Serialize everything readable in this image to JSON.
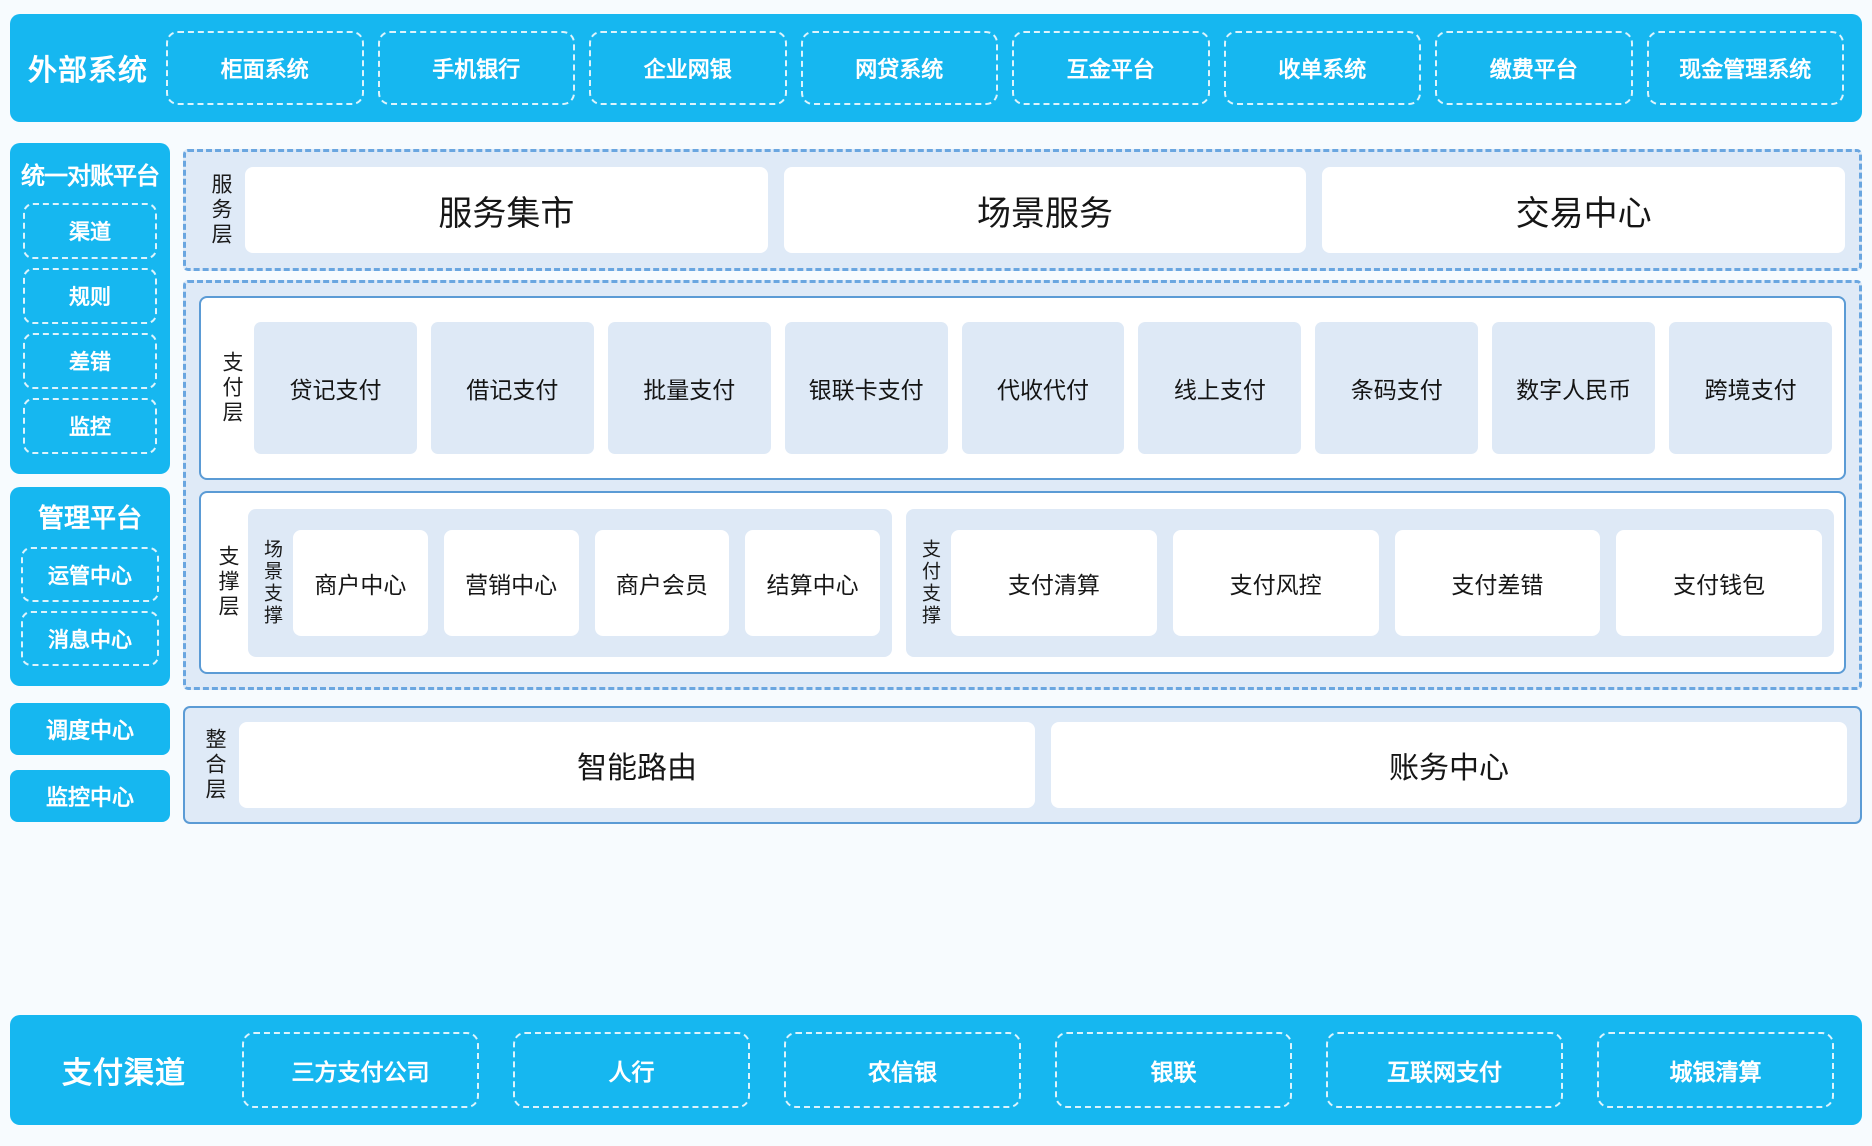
{
  "external": {
    "title": "外部系统",
    "items": [
      "柜面系统",
      "手机银行",
      "企业网银",
      "网贷系统",
      "互金平台",
      "收单系统",
      "缴费平台",
      "现金管理系统"
    ]
  },
  "left": {
    "recon": {
      "title": "统一对账平台",
      "items": [
        "渠道",
        "规则",
        "差错",
        "监控"
      ]
    },
    "manage": {
      "title": "管理平台",
      "items": [
        "运管中心",
        "消息中心"
      ]
    },
    "solo": [
      {
        "label": "调度中心"
      },
      {
        "label": "监控中心"
      }
    ]
  },
  "service_layer": {
    "label": "服务层",
    "items": [
      "服务集市",
      "场景服务",
      "交易中心"
    ]
  },
  "payment_layer": {
    "label": "支付层",
    "items": [
      "贷记支付",
      "借记支付",
      "批量支付",
      "银联卡支付",
      "代收代付",
      "线上支付",
      "条码支付",
      "数字人民币",
      "跨境支付"
    ]
  },
  "support_layer": {
    "label": "支撑层",
    "groups": [
      {
        "label": "场景支撑",
        "items": [
          "商户中心",
          "营销中心",
          "商户会员",
          "结算中心"
        ]
      },
      {
        "label": "支付支撑",
        "items": [
          "支付清算",
          "支付风控",
          "支付差错",
          "支付钱包"
        ]
      }
    ]
  },
  "integration_layer": {
    "label": "整合层",
    "items": [
      "智能路由",
      "账务中心"
    ]
  },
  "channel": {
    "title": "支付渠道",
    "items": [
      "三方支付公司",
      "人行",
      "农信银",
      "银联",
      "互联网支付",
      "城银清算"
    ]
  },
  "colors": {
    "brand_cyan": "#16b7f0",
    "panel_blue": "#dfeaf7",
    "card_blue": "#dee9f6",
    "border_blue": "#5b9bd5",
    "dash_blue": "#6aa6e0",
    "page_bg": "#f7fbfe"
  }
}
